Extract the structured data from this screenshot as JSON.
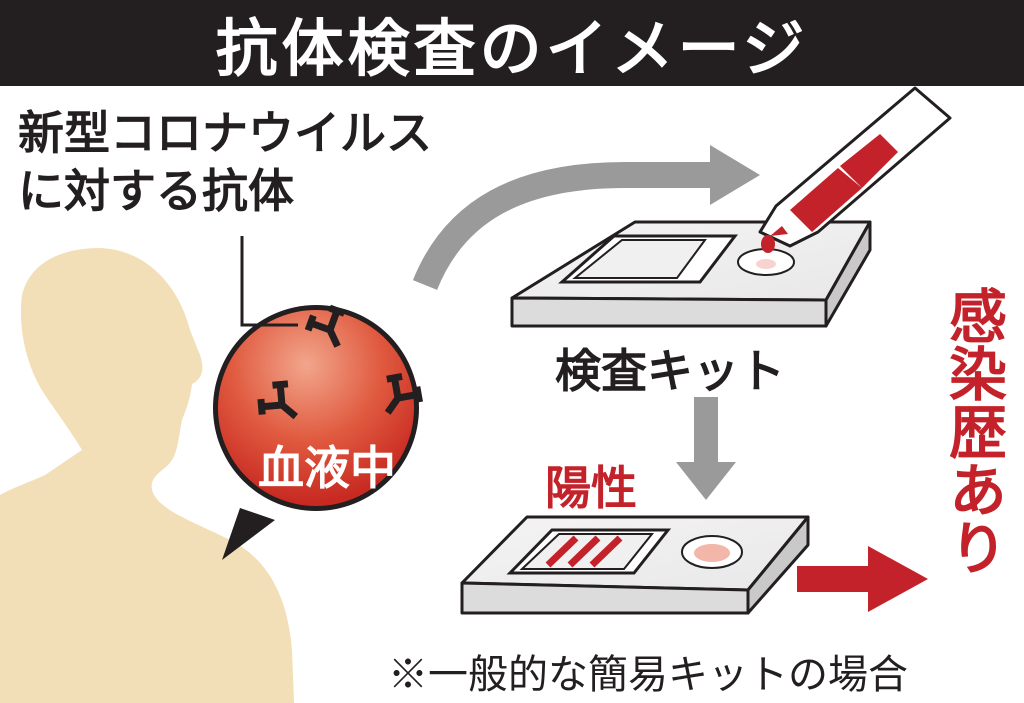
{
  "title": "抗体検査のイメージ",
  "antibody_label": [
    "新型コロナウイルス",
    "に対する抗体"
  ],
  "blood_label": "血液中",
  "kit_label": "検査キット",
  "positive_label": "陽性",
  "infection_label": "感染歴あり",
  "note": "※一般的な簡易キットの場合",
  "colors": {
    "title_bg": "#231f20",
    "accent_red": "#c4222a",
    "person": "#f2dfb7",
    "arrow_gray": "#9a9a9a"
  }
}
